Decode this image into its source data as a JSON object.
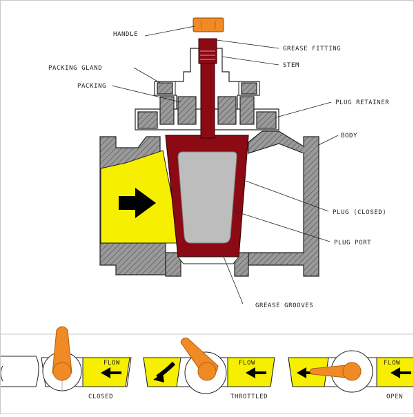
{
  "labels": {
    "handle": "HANDLE",
    "grease_fitting": "GREASE FITTING",
    "stem": "STEM",
    "packing_gland": "PACKING GLAND",
    "packing": "PACKING",
    "plug_retainer": "PLUG RETAINER",
    "body": "BODY",
    "plug_closed": "PLUG (CLOSED)",
    "plug_port": "PLUG PORT",
    "grease_grooves": "GREASE GROOVES"
  },
  "positions": {
    "closed": {
      "label": "CLOSED",
      "flow": "FLOW"
    },
    "throttled": {
      "label": "THROTTLED",
      "flow": "FLOW"
    },
    "open": {
      "label": "OPEN",
      "flow": "FLOW"
    }
  },
  "colors": {
    "flow_yellow": "#f7ef00",
    "plug_red": "#8b0a14",
    "port_gray": "#bdbdbd",
    "body_gray": "#8c8c8c",
    "handle_orange": "#f08a24",
    "arrow_black": "#000000"
  }
}
